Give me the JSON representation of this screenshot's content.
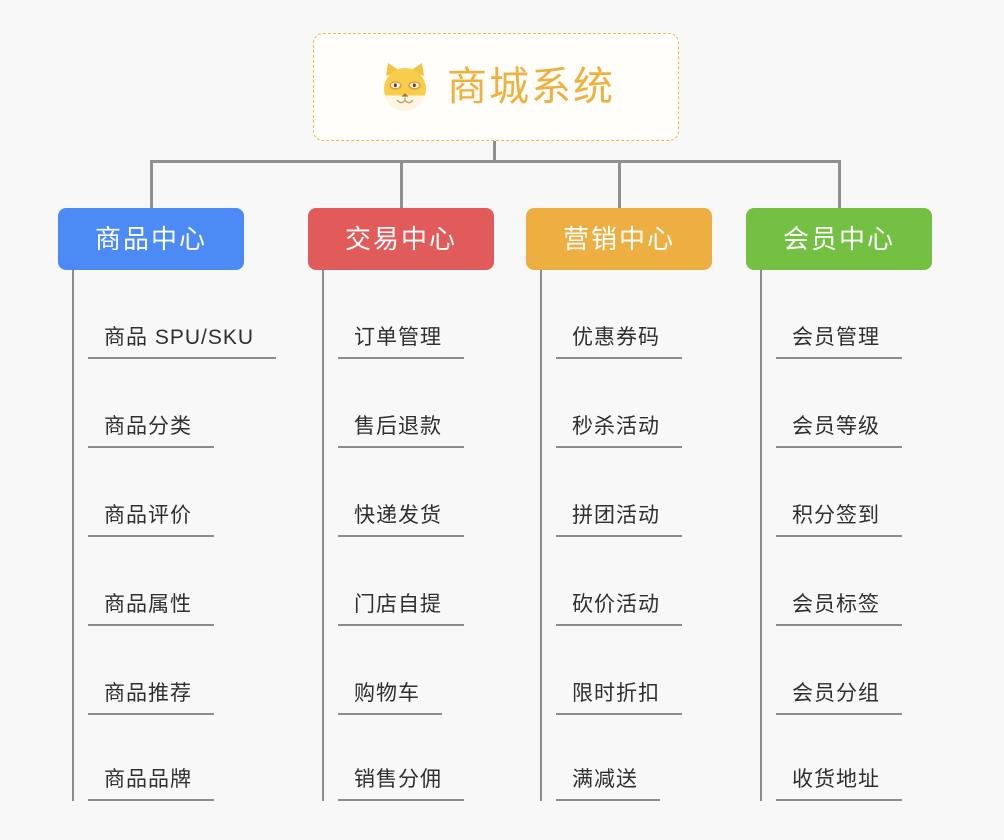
{
  "root": {
    "icon": "shiba-dog-emoji",
    "title": "商城系统",
    "color": "#f0b03c",
    "border_color": "#e9b84e"
  },
  "theme": {
    "background": "#f8f8f8",
    "connector": "#909090",
    "leaf_line": "#8c8c8c",
    "leaf_text": "#2f2f2f"
  },
  "columns": [
    {
      "label": "商品中心",
      "color": "#4c8bf5",
      "items": [
        {
          "label": "商品 SPU/SKU"
        },
        {
          "label": "商品分类"
        },
        {
          "label": "商品评价"
        },
        {
          "label": "商品属性"
        },
        {
          "label": "商品推荐"
        },
        {
          "label": "商品品牌"
        }
      ]
    },
    {
      "label": "交易中心",
      "color": "#e15b5b",
      "items": [
        {
          "label": "订单管理"
        },
        {
          "label": "售后退款"
        },
        {
          "label": "快递发货"
        },
        {
          "label": "门店自提"
        },
        {
          "label": "购物车"
        },
        {
          "label": "销售分佣"
        }
      ]
    },
    {
      "label": "营销中心",
      "color": "#eeaf42",
      "items": [
        {
          "label": "优惠券码"
        },
        {
          "label": "秒杀活动"
        },
        {
          "label": "拼团活动"
        },
        {
          "label": "砍价活动"
        },
        {
          "label": "限时折扣"
        },
        {
          "label": "满减送"
        }
      ]
    },
    {
      "label": "会员中心",
      "color": "#74c043",
      "items": [
        {
          "label": "会员管理"
        },
        {
          "label": "会员等级"
        },
        {
          "label": "积分签到"
        },
        {
          "label": "会员标签"
        },
        {
          "label": "会员分组"
        },
        {
          "label": "收货地址"
        }
      ]
    }
  ]
}
